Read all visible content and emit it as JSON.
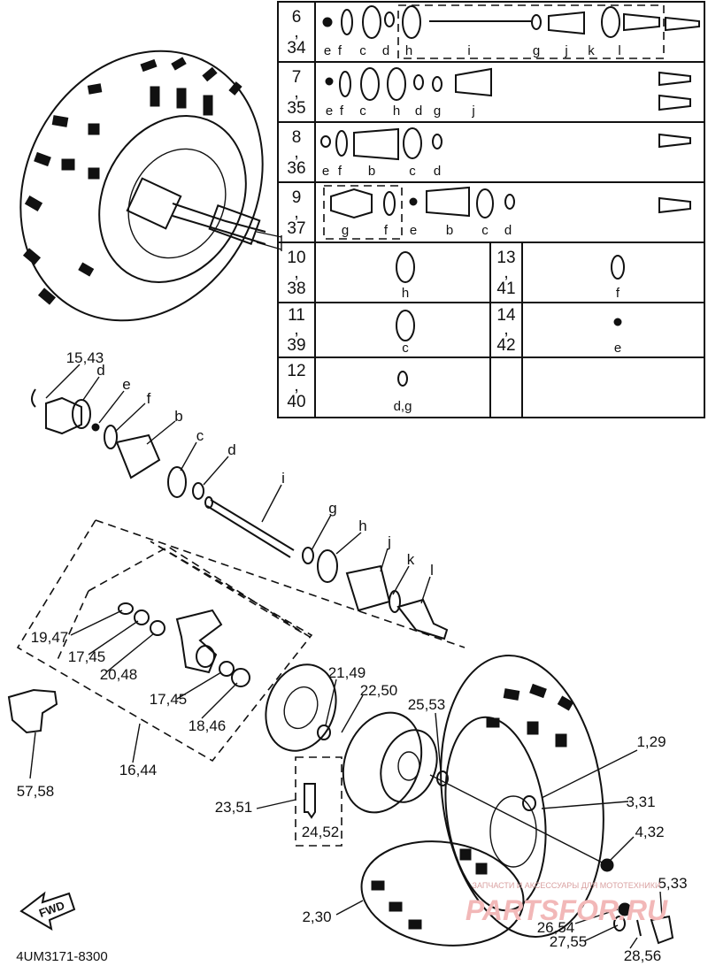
{
  "table": {
    "rows": [
      {
        "ref": [
          "6",
          ",",
          "34"
        ],
        "parts": [
          "e",
          "f",
          "c",
          "d",
          "h",
          "i",
          "g",
          "j",
          "k",
          "l"
        ]
      },
      {
        "ref": [
          "7",
          ",",
          "35"
        ],
        "parts": [
          "e",
          "f",
          "c",
          "h",
          "d",
          "g",
          "j"
        ]
      },
      {
        "ref": [
          "8",
          ",",
          "36"
        ],
        "parts": [
          "e",
          "f",
          "b",
          "c",
          "d"
        ]
      },
      {
        "ref": [
          "9",
          ",",
          "37"
        ],
        "parts": [
          "g",
          "f",
          "e",
          "b",
          "c",
          "d"
        ]
      },
      {
        "ref": [
          "10",
          ",",
          "38"
        ],
        "parts": [
          "h"
        ],
        "ref2": [
          "13",
          ",",
          "41"
        ],
        "parts2": [
          "f"
        ]
      },
      {
        "ref": [
          "11",
          ",",
          "39"
        ],
        "parts": [
          "c"
        ],
        "ref2": [
          "14",
          ",",
          "42"
        ],
        "parts2": [
          "e"
        ]
      },
      {
        "ref": [
          "12",
          ",",
          "40"
        ],
        "parts": [
          "d,g"
        ]
      }
    ]
  },
  "callouts": {
    "c15_43": "15,43",
    "d1": "d",
    "e1": "e",
    "f1": "f",
    "b1": "b",
    "c1": "c",
    "d2": "d",
    "i1": "i",
    "g1": "g",
    "h1": "h",
    "j1": "j",
    "k1": "k",
    "l1": "l",
    "c19_47": "19,47",
    "c17_45a": "17,45",
    "c20_48": "20,48",
    "c17_45b": "17,45",
    "c18_46": "18,46",
    "c16_44": "16,44",
    "c57_58": "57,58",
    "c21_49": "21,49",
    "c22_50": "22,50",
    "c25_53": "25,53",
    "c1_29": "1,29",
    "c3_31": "3,31",
    "c4_32": "4,32",
    "c5_33": "5,33",
    "c23_51": "23,51",
    "c24_52": "24,52",
    "c2_30": "2,30",
    "c26_54": "26,54",
    "c27_55": "27,55",
    "c28_56": "28,56"
  },
  "footer": {
    "part_number": "4UM3171-8300",
    "fwd": "FWD"
  },
  "watermark": {
    "brand": "PARTSFOR.RU",
    "tagline": "ЗАПЧАСТИ И АКСЕССУАРЫ ДЛЯ МОТОТЕХНИКИ"
  }
}
